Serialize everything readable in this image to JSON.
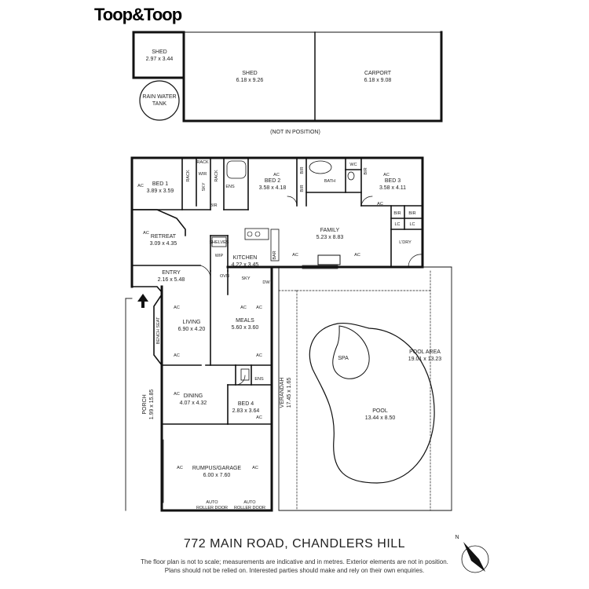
{
  "brand": "Toop&Toop",
  "address": "772 MAIN ROAD, CHANDLERS HILL",
  "disclaimer": [
    "The floor plan is not to scale; measurements are indicative and in metres. Exterior elements are not in position.",
    "Plans should not be relied on. Interested parties should make and rely on their own enquiries."
  ],
  "not_in_position": "(NOT IN POSITION)",
  "compass": "N",
  "rooms": {
    "shed_small": {
      "name": "SHED",
      "dims": "2.97 x 3.44"
    },
    "rain_tank": {
      "line1": "RAIN WATER",
      "line2": "TANK"
    },
    "shed_large": {
      "name": "SHED",
      "dims": "6.18 x 9.26"
    },
    "carport": {
      "name": "CARPORT",
      "dims": "6.18 x 9.08"
    },
    "bed1": {
      "name": "BED 1",
      "dims": "3.89 x 3.59"
    },
    "bed2": {
      "name": "BED 2",
      "dims": "3.58 x 4.18"
    },
    "bed3": {
      "name": "BED 3",
      "dims": "3.58 x 4.11"
    },
    "bed4": {
      "name": "BED 4",
      "dims": "2.83 x 3.64"
    },
    "retreat": {
      "name": "RETREAT",
      "dims": "3.09 x 4.35"
    },
    "family": {
      "name": "FAMILY",
      "dims": "5.23 x 8.83"
    },
    "kitchen": {
      "name": "KITCHEN",
      "dims": "4.22 x 3.45"
    },
    "entry": {
      "name": "ENTRY",
      "dims": "2.16 x 5.48"
    },
    "living": {
      "name": "LIVING",
      "dims": "6.90 x 4.20"
    },
    "meals": {
      "name": "MEALS",
      "dims": "5.60 x 3.60"
    },
    "dining": {
      "name": "DINING",
      "dims": "4.07 x 4.32"
    },
    "rumpus": {
      "name": "RUMPUS/GARAGE",
      "dims": "6.00 x 7.60"
    },
    "porch": {
      "name": "PORCH",
      "dims": "1.99 x 15.85"
    },
    "verandah": {
      "name": "VERANDAH",
      "dims": "17.45 x 1.65"
    },
    "pool_area": {
      "name": "POOL AREA",
      "dims": "19.01 x 13.23"
    },
    "pool": {
      "name": "POOL",
      "dims": "13.44 x 8.50"
    },
    "spa": {
      "name": "SPA"
    }
  },
  "small_labels": {
    "rack": "RACK",
    "wir": "WIR",
    "sky": "SKY",
    "ens": "ENS",
    "bir": "BIR",
    "bath": "BATH",
    "wc": "WC",
    "lc": "LC",
    "ldry": "L'DRY",
    "shelves": "SHELVES",
    "wip": "WIP",
    "ovn": "OVN",
    "bar": "BAR",
    "dw": "DW",
    "bench_seat": "BENCH SEAT",
    "ac": "AC",
    "auto": "AUTO",
    "roller_door": "ROLLER DOOR"
  }
}
